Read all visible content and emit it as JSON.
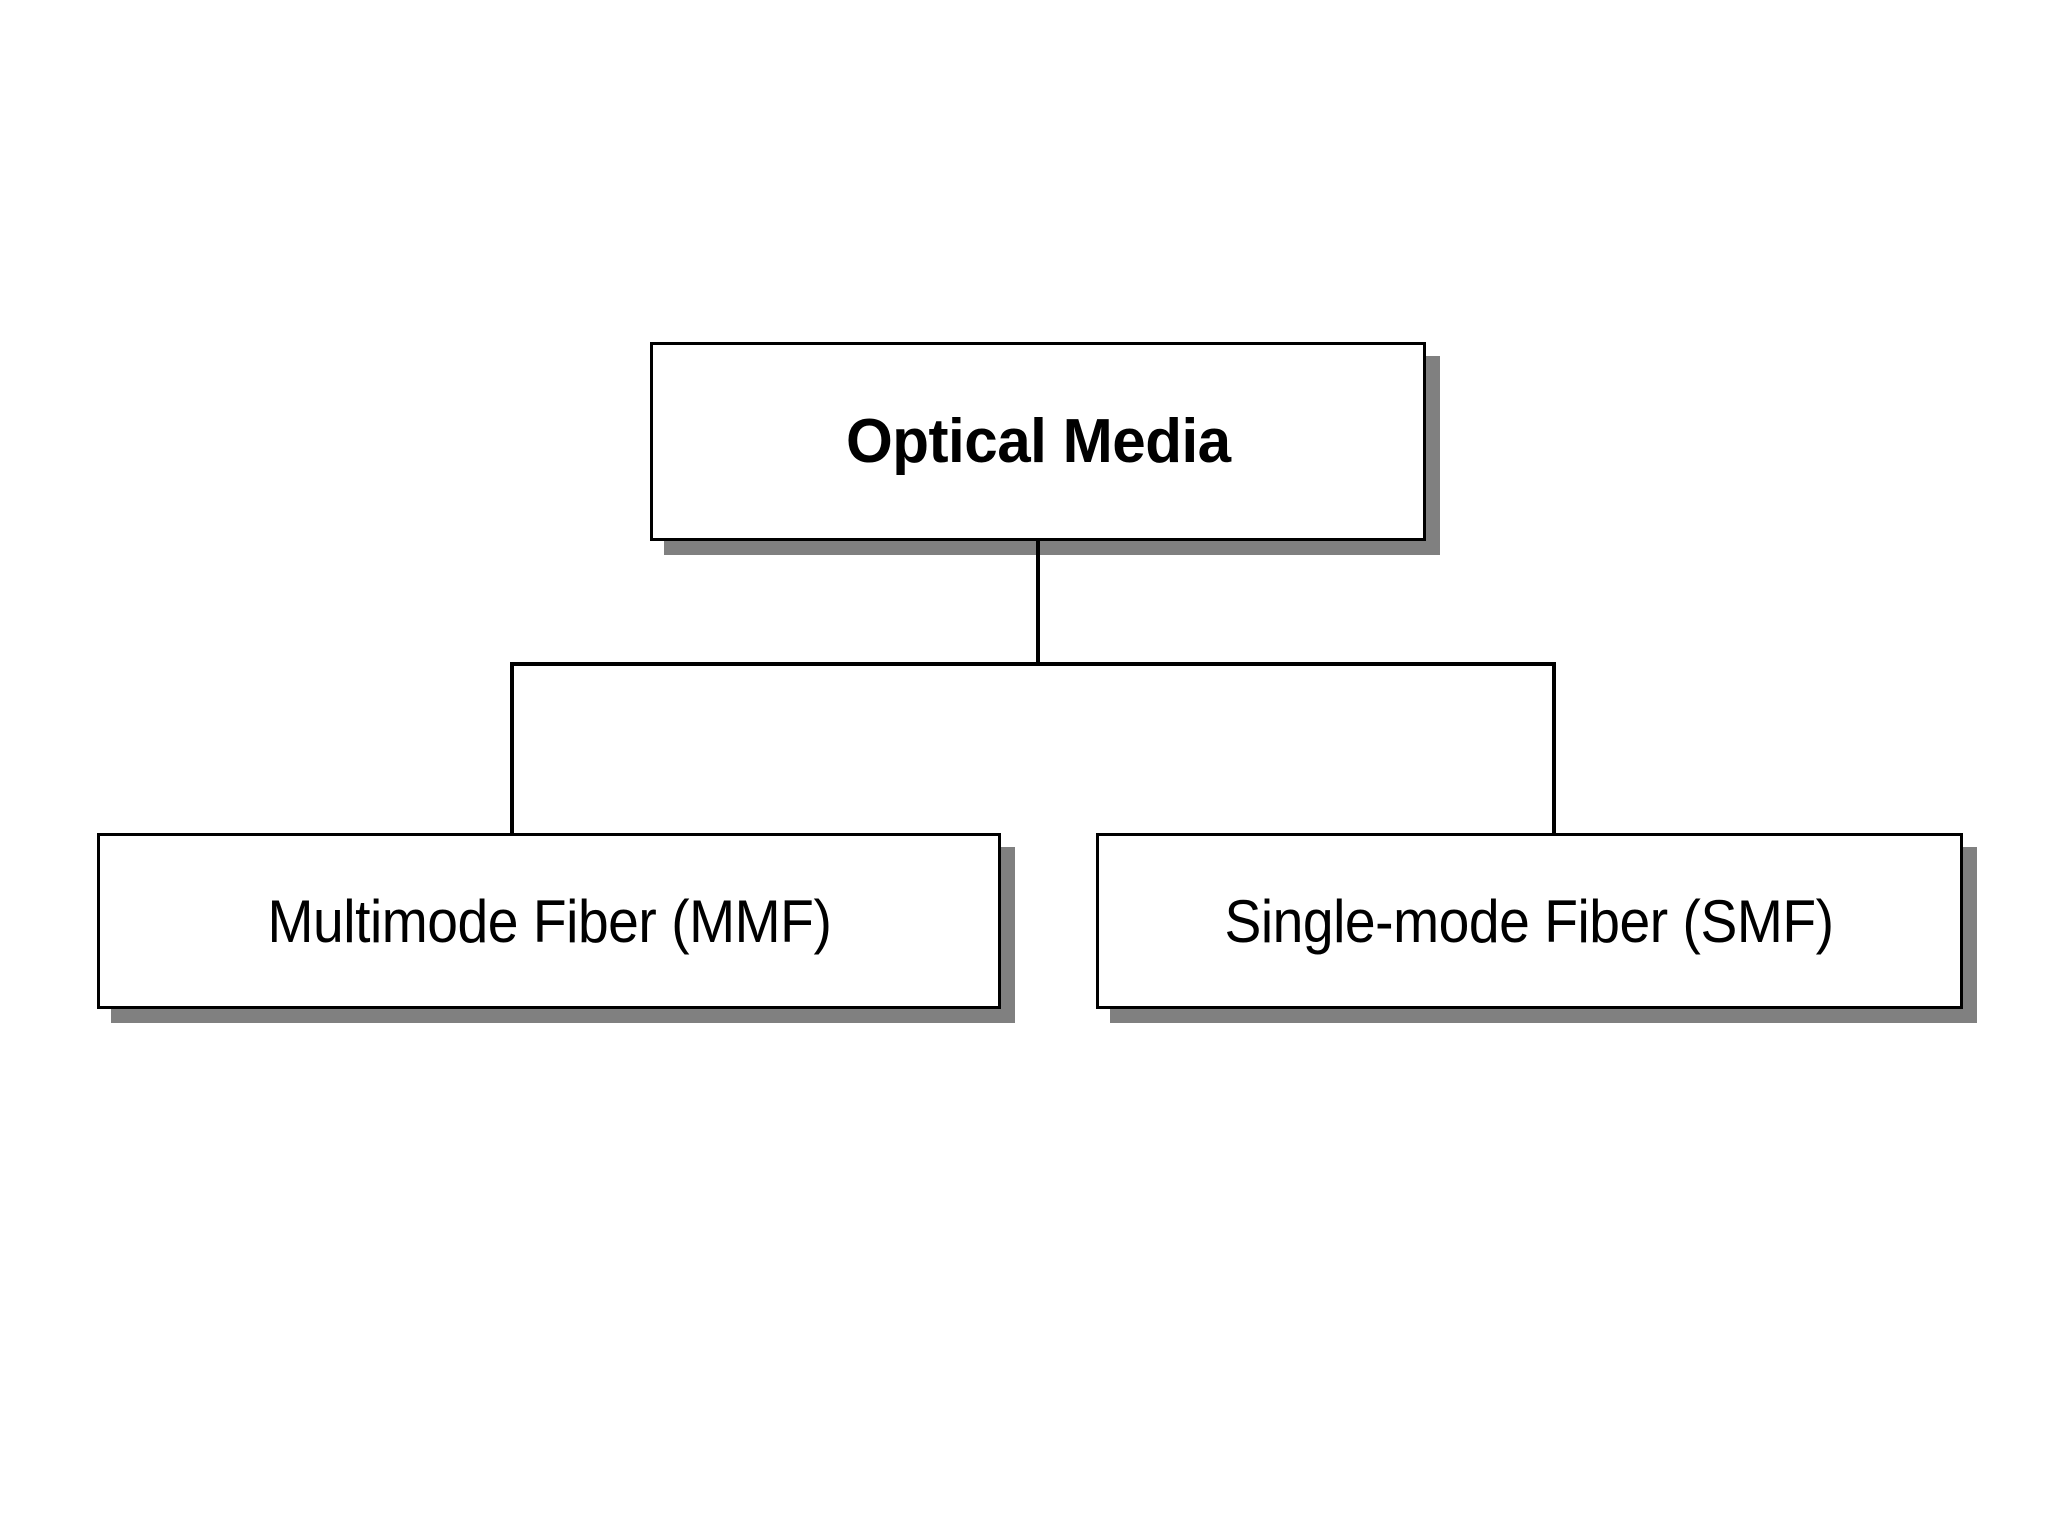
{
  "diagram": {
    "title": "Optical Media",
    "type": "hierarchy-tree",
    "background_color": "#FFFFFF",
    "node_fill_color": "#FFFFFF",
    "node_border_color": "#000000",
    "node_shadow_color": "#808080",
    "connector_color": "#000000",
    "root": {
      "id": "optical-media",
      "label": "Optical Media",
      "font_weight": "bold"
    },
    "children": [
      {
        "id": "multimode-fiber",
        "label": "Multimode Fiber (MMF)",
        "abbreviation": "MMF",
        "font_weight": "normal"
      },
      {
        "id": "single-mode-fiber",
        "label": "Single-mode Fiber (SMF)",
        "abbreviation": "SMF",
        "font_weight": "normal"
      }
    ]
  }
}
